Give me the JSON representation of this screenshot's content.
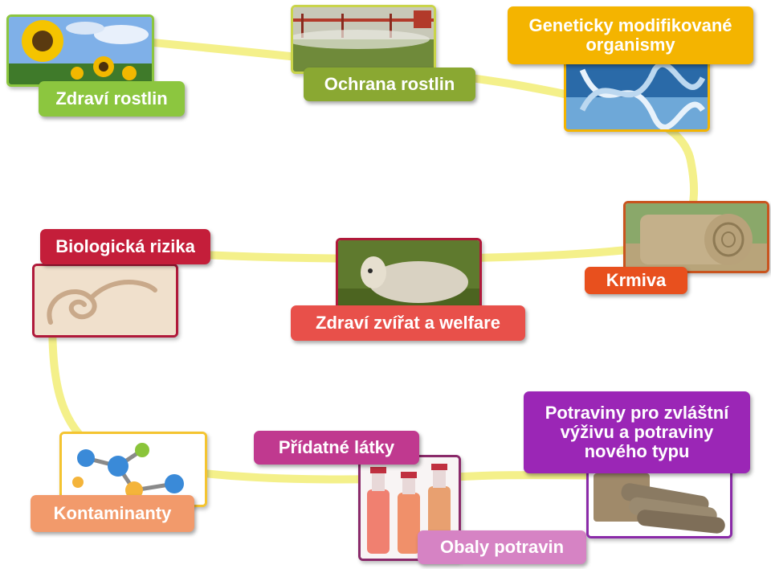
{
  "nodes": {
    "plant_health": {
      "label": "Zdraví rostlin",
      "color": "#8cc63f",
      "image": "sunflower-field"
    },
    "plant_protection": {
      "label": "Ochrana rostlin",
      "color": "#8aa832",
      "image": "crop-sprayer"
    },
    "gmo": {
      "label_line1": "Geneticky modifikované",
      "label_line2": "organismy",
      "color": "#f4b400",
      "image": "dna-helix"
    },
    "biological_risks": {
      "label": "Biologická rizika",
      "color": "#c41e3a",
      "image": "nematode-larva"
    },
    "animal_health": {
      "label": "Zdraví zvířat a welfare",
      "color": "#e8504a",
      "image": "sheep"
    },
    "feed": {
      "label": "Krmiva",
      "color": "#e8501e",
      "image": "hay-bale"
    },
    "contaminants": {
      "label": "Kontaminanty",
      "color": "#f29a6b",
      "image": "molecule-model"
    },
    "additives": {
      "label": "Přídatné látky",
      "color": "#c0398f",
      "image": "drink-bottles"
    },
    "packaging": {
      "label": "Obaly potravin",
      "color": "#d683c4",
      "image": "drink-bottles"
    },
    "special_foods": {
      "label_line1": "Potraviny pro zvláštní",
      "label_line2": "výživu a potraviny",
      "label_line3": "nového typu",
      "color": "#9b26b6",
      "image": "crispbread"
    }
  },
  "path_color": "#f4f08a"
}
